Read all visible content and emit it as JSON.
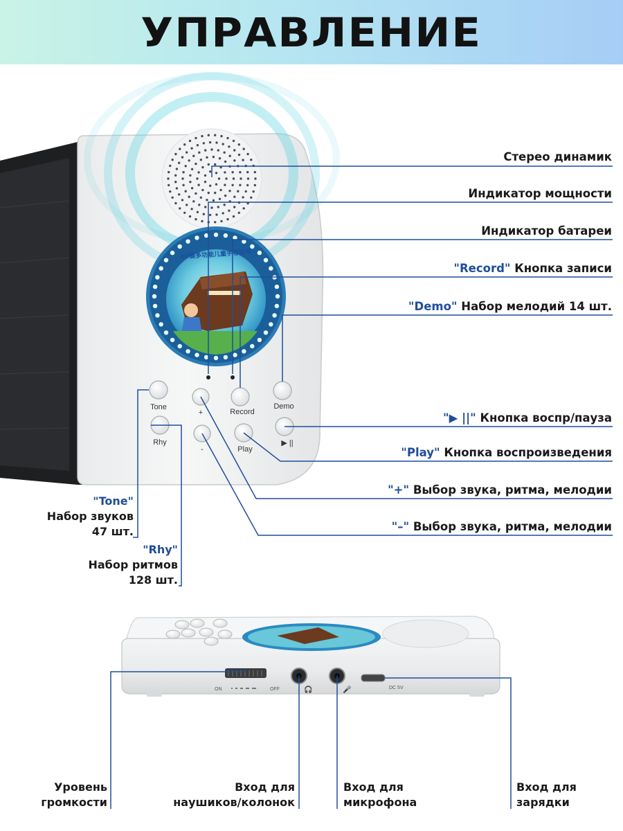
{
  "header": {
    "title": "УПРАВЛЕНИЕ"
  },
  "device_buttons": {
    "tone": "Tone",
    "rhy": "Rhy",
    "plus": "+",
    "minus": "-",
    "record": "Record",
    "play": "Play",
    "demo": "Demo",
    "play_pause": "▶ ||"
  },
  "disc": {
    "caption": "40键多功能儿童手卷钢琴"
  },
  "callouts_right": [
    {
      "highlight": "",
      "text": "Стерео динамик"
    },
    {
      "highlight": "",
      "text": "Индикатор мощности"
    },
    {
      "highlight": "",
      "text": "Индикатор батареи"
    },
    {
      "highlight": "\"Record\"",
      "text": "Кнопка записи"
    },
    {
      "highlight": "\"Demo\"",
      "text": "Набор мелодий 14 шт."
    },
    {
      "highlight": "\"▶ ||\"",
      "text": "Кнопка воспр/пауза"
    },
    {
      "highlight": "\"Play\"",
      "text": "Кнопка воспроизведения"
    },
    {
      "highlight": "\"+\"",
      "text": "Выбор звука, ритма, мелодии"
    },
    {
      "highlight": "\"–\"",
      "text": "Выбор звука, ритма, мелодии"
    }
  ],
  "callouts_left": {
    "tone": {
      "highlight": "\"Tone\"",
      "line1": "Набор звуков",
      "line2": "47 шт."
    },
    "rhy": {
      "highlight": "\"Rhy\"",
      "line1": "Набор ритмов",
      "line2": "128 шт."
    }
  },
  "side_view_marks": {
    "on": "ON",
    "off": "OFF",
    "dc": "DC 5V"
  },
  "callouts_bottom": [
    {
      "line1": "Уровень",
      "line2": "громкости"
    },
    {
      "line1": "Вход для",
      "line2": "наушиков/колонок"
    },
    {
      "line1": "Вход для",
      "line2": "микрофона"
    },
    {
      "line1": "Вход для",
      "line2": "зарядки"
    }
  ],
  "colors": {
    "accent": "#1f4d9c",
    "glow": "#4fd0e0"
  }
}
